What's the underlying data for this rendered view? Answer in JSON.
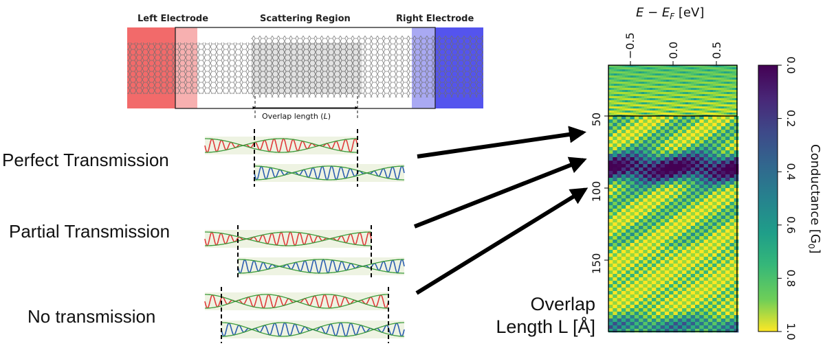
{
  "schematic": {
    "left_electrode": "Left Electrode",
    "scattering_region": "Scattering Region",
    "right_electrode": "Right Electrode",
    "overlap_prefix": "Overlap length (",
    "overlap_var": "L",
    "overlap_suffix": ")"
  },
  "cases": {
    "perfect": "Perfect Transmission",
    "partial": "Partial Transmission",
    "none": "No transmission"
  },
  "heatmap": {
    "x_axis_title_e": "E",
    "x_axis_title_minus": " − ",
    "x_axis_title_ef": "E",
    "x_axis_title_ef_sub": "F",
    "x_axis_title_unit": " [eV]",
    "x_ticks": [
      "−0.5",
      "0.0",
      "0.5"
    ],
    "y_ticks": [
      "50",
      "100",
      "150"
    ],
    "y_label_line1": "Overlap",
    "y_label_line2": "Length L [Å]",
    "colorbar_title": "Conductance [G",
    "colorbar_title_sub": "0",
    "colorbar_title_end": "]",
    "colorbar_ticks": [
      "0.0",
      "0.2",
      "0.4",
      "0.6",
      "0.8",
      "1.0"
    ]
  },
  "colors": {
    "left_electrode": "#f25a5a",
    "right_electrode": "#4a4af0",
    "wave_red": "#e03a3a",
    "wave_blue": "#2a5db0",
    "envelope": "#3a9a3a",
    "band": "#eef3e2"
  }
}
